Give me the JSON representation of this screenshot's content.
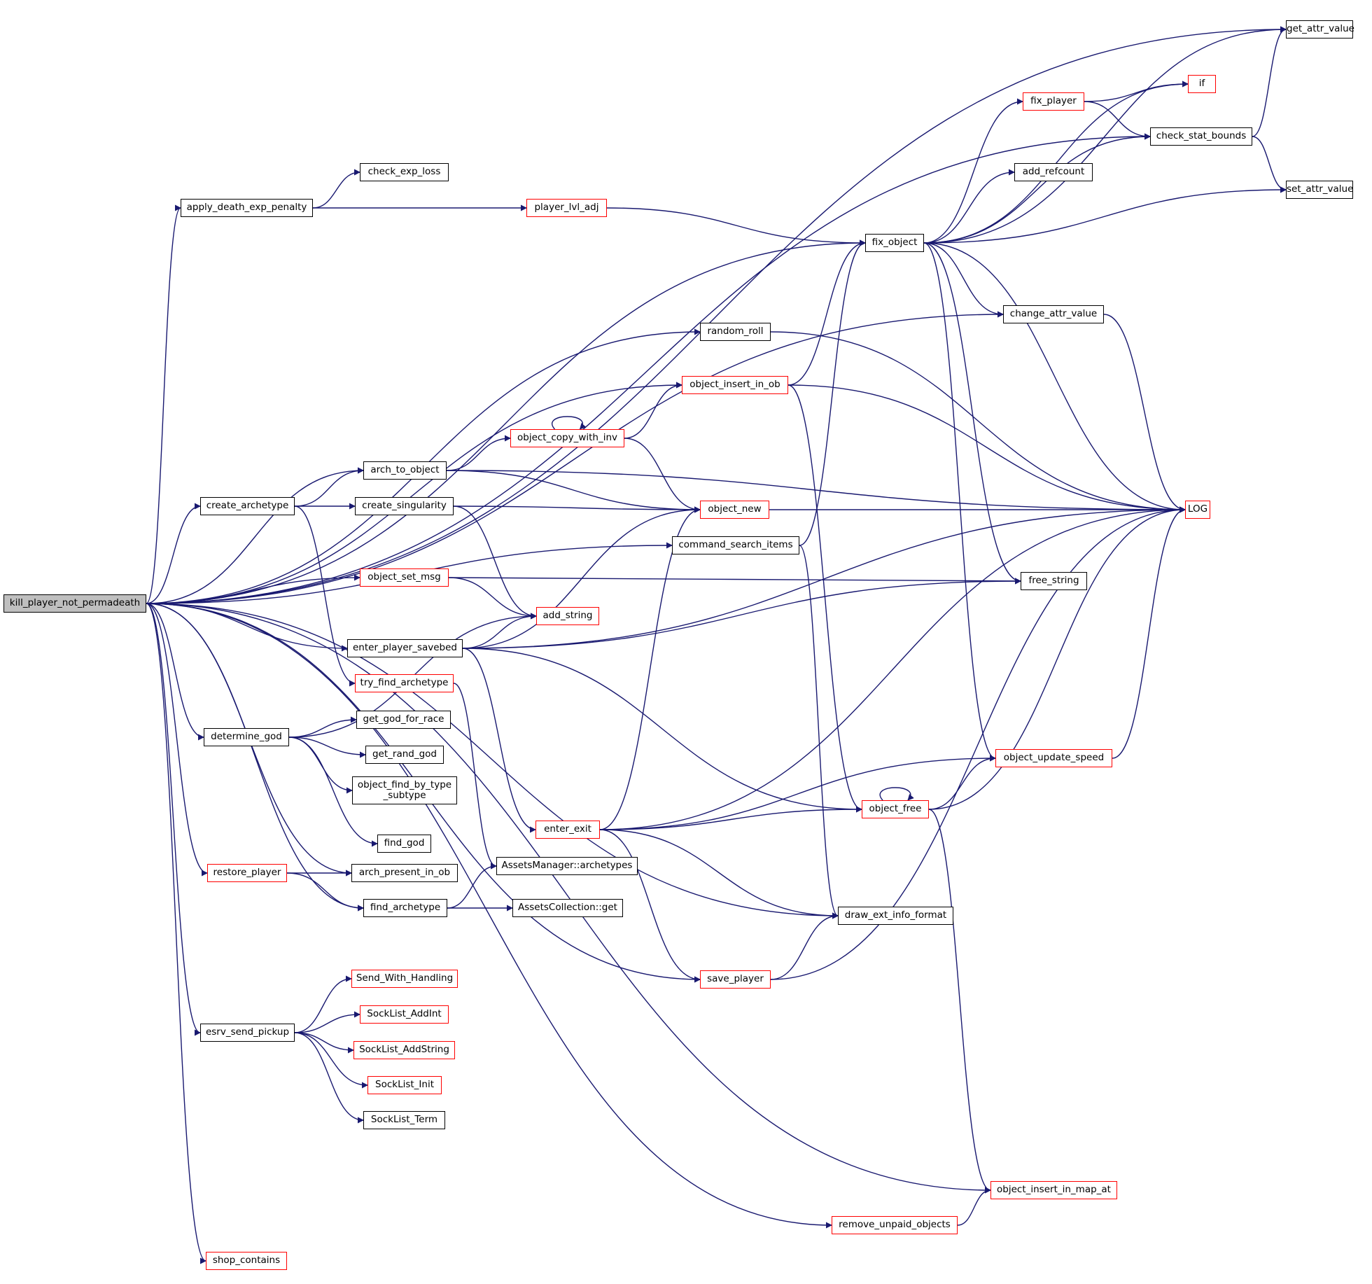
{
  "colors": {
    "edge": "#191970",
    "external_border": "#ff0000",
    "normal_border": "#000000",
    "root_fill": "#bfbfbf"
  },
  "nodes": [
    {
      "id": "kill_player_not_permadeath",
      "label": "kill_player_not_permadeath",
      "kind": "root"
    },
    {
      "id": "get_attr_value",
      "label": "get_attr_value",
      "kind": "normal"
    },
    {
      "id": "if",
      "label": "if",
      "kind": "external"
    },
    {
      "id": "fix_player",
      "label": "fix_player",
      "kind": "external"
    },
    {
      "id": "check_stat_bounds",
      "label": "check_stat_bounds",
      "kind": "normal"
    },
    {
      "id": "check_exp_loss",
      "label": "check_exp_loss",
      "kind": "normal"
    },
    {
      "id": "add_refcount",
      "label": "add_refcount",
      "kind": "normal"
    },
    {
      "id": "apply_death_exp_penalty",
      "label": "apply_death_exp_penalty",
      "kind": "normal"
    },
    {
      "id": "set_attr_value",
      "label": "set_attr_value",
      "kind": "normal"
    },
    {
      "id": "player_lvl_adj",
      "label": "player_lvl_adj",
      "kind": "external"
    },
    {
      "id": "fix_object",
      "label": "fix_object",
      "kind": "normal"
    },
    {
      "id": "change_attr_value",
      "label": "change_attr_value",
      "kind": "normal"
    },
    {
      "id": "random_roll",
      "label": "random_roll",
      "kind": "normal"
    },
    {
      "id": "object_insert_in_ob",
      "label": "object_insert_in_ob",
      "kind": "external"
    },
    {
      "id": "object_copy_with_inv",
      "label": "object_copy_with_inv",
      "kind": "external"
    },
    {
      "id": "arch_to_object",
      "label": "arch_to_object",
      "kind": "normal"
    },
    {
      "id": "create_archetype",
      "label": "create_archetype",
      "kind": "normal"
    },
    {
      "id": "create_singularity",
      "label": "create_singularity",
      "kind": "normal"
    },
    {
      "id": "object_new",
      "label": "object_new",
      "kind": "external"
    },
    {
      "id": "LOG",
      "label": "LOG",
      "kind": "external"
    },
    {
      "id": "command_search_items",
      "label": "command_search_items",
      "kind": "normal"
    },
    {
      "id": "object_set_msg",
      "label": "object_set_msg",
      "kind": "external"
    },
    {
      "id": "free_string",
      "label": "free_string",
      "kind": "normal"
    },
    {
      "id": "add_string",
      "label": "add_string",
      "kind": "external"
    },
    {
      "id": "enter_player_savebed",
      "label": "enter_player_savebed",
      "kind": "normal"
    },
    {
      "id": "try_find_archetype",
      "label": "try_find_archetype",
      "kind": "external"
    },
    {
      "id": "get_god_for_race",
      "label": "get_god_for_race",
      "kind": "normal"
    },
    {
      "id": "determine_god",
      "label": "determine_god",
      "kind": "normal"
    },
    {
      "id": "get_rand_god",
      "label": "get_rand_god",
      "kind": "normal"
    },
    {
      "id": "object_update_speed",
      "label": "object_update_speed",
      "kind": "external"
    },
    {
      "id": "object_find_by_type_subtype",
      "label": "object_find_by_type\n_subtype",
      "kind": "normal"
    },
    {
      "id": "object_free",
      "label": "object_free",
      "kind": "external"
    },
    {
      "id": "enter_exit",
      "label": "enter_exit",
      "kind": "external"
    },
    {
      "id": "find_god",
      "label": "find_god",
      "kind": "normal"
    },
    {
      "id": "restore_player",
      "label": "restore_player",
      "kind": "external"
    },
    {
      "id": "arch_present_in_ob",
      "label": "arch_present_in_ob",
      "kind": "normal"
    },
    {
      "id": "assets_manager_archetypes",
      "label": "AssetsManager::archetypes",
      "kind": "normal"
    },
    {
      "id": "find_archetype",
      "label": "find_archetype",
      "kind": "normal"
    },
    {
      "id": "assets_collection_get",
      "label": "AssetsCollection::get",
      "kind": "normal"
    },
    {
      "id": "draw_ext_info_format",
      "label": "draw_ext_info_format",
      "kind": "normal"
    },
    {
      "id": "send_with_handling",
      "label": "Send_With_Handling",
      "kind": "external"
    },
    {
      "id": "save_player",
      "label": "save_player",
      "kind": "external"
    },
    {
      "id": "socklist_addint",
      "label": "SockList_AddInt",
      "kind": "external"
    },
    {
      "id": "esrv_send_pickup",
      "label": "esrv_send_pickup",
      "kind": "normal"
    },
    {
      "id": "socklist_addstring",
      "label": "SockList_AddString",
      "kind": "external"
    },
    {
      "id": "socklist_init",
      "label": "SockList_Init",
      "kind": "external"
    },
    {
      "id": "socklist_term",
      "label": "SockList_Term",
      "kind": "normal"
    },
    {
      "id": "object_insert_in_map_at",
      "label": "object_insert_in_map_at",
      "kind": "external"
    },
    {
      "id": "remove_unpaid_objects",
      "label": "remove_unpaid_objects",
      "kind": "external"
    },
    {
      "id": "shop_contains",
      "label": "shop_contains",
      "kind": "external"
    }
  ],
  "edges": [
    [
      "kill_player_not_permadeath",
      "get_attr_value"
    ],
    [
      "kill_player_not_permadeath",
      "check_stat_bounds"
    ],
    [
      "kill_player_not_permadeath",
      "apply_death_exp_penalty"
    ],
    [
      "kill_player_not_permadeath",
      "fix_object"
    ],
    [
      "kill_player_not_permadeath",
      "change_attr_value"
    ],
    [
      "kill_player_not_permadeath",
      "random_roll"
    ],
    [
      "kill_player_not_permadeath",
      "object_insert_in_ob"
    ],
    [
      "kill_player_not_permadeath",
      "arch_to_object"
    ],
    [
      "kill_player_not_permadeath",
      "create_archetype"
    ],
    [
      "kill_player_not_permadeath",
      "command_search_items"
    ],
    [
      "kill_player_not_permadeath",
      "object_set_msg"
    ],
    [
      "kill_player_not_permadeath",
      "enter_player_savebed"
    ],
    [
      "kill_player_not_permadeath",
      "determine_god"
    ],
    [
      "kill_player_not_permadeath",
      "arch_present_in_ob"
    ],
    [
      "kill_player_not_permadeath",
      "restore_player"
    ],
    [
      "kill_player_not_permadeath",
      "find_archetype"
    ],
    [
      "kill_player_not_permadeath",
      "draw_ext_info_format"
    ],
    [
      "kill_player_not_permadeath",
      "esrv_send_pickup"
    ],
    [
      "kill_player_not_permadeath",
      "save_player"
    ],
    [
      "kill_player_not_permadeath",
      "object_insert_in_map_at"
    ],
    [
      "kill_player_not_permadeath",
      "remove_unpaid_objects"
    ],
    [
      "kill_player_not_permadeath",
      "shop_contains"
    ],
    [
      "apply_death_exp_penalty",
      "check_exp_loss"
    ],
    [
      "apply_death_exp_penalty",
      "player_lvl_adj"
    ],
    [
      "player_lvl_adj",
      "fix_object"
    ],
    [
      "fix_object",
      "get_attr_value"
    ],
    [
      "fix_object",
      "if"
    ],
    [
      "fix_object",
      "fix_player"
    ],
    [
      "fix_object",
      "check_stat_bounds"
    ],
    [
      "fix_object",
      "add_refcount"
    ],
    [
      "fix_object",
      "set_attr_value"
    ],
    [
      "fix_object",
      "change_attr_value"
    ],
    [
      "fix_object",
      "LOG"
    ],
    [
      "fix_object",
      "free_string"
    ],
    [
      "fix_object",
      "object_update_speed"
    ],
    [
      "fix_player",
      "if"
    ],
    [
      "fix_player",
      "check_stat_bounds"
    ],
    [
      "check_stat_bounds",
      "get_attr_value"
    ],
    [
      "check_stat_bounds",
      "set_attr_value"
    ],
    [
      "change_attr_value",
      "LOG"
    ],
    [
      "random_roll",
      "LOG"
    ],
    [
      "object_insert_in_ob",
      "fix_object"
    ],
    [
      "object_insert_in_ob",
      "LOG"
    ],
    [
      "object_insert_in_ob",
      "object_free"
    ],
    [
      "object_copy_with_inv",
      "object_copy_with_inv"
    ],
    [
      "object_copy_with_inv",
      "object_insert_in_ob"
    ],
    [
      "object_copy_with_inv",
      "object_new"
    ],
    [
      "arch_to_object",
      "object_copy_with_inv"
    ],
    [
      "arch_to_object",
      "object_new"
    ],
    [
      "arch_to_object",
      "LOG"
    ],
    [
      "create_archetype",
      "arch_to_object"
    ],
    [
      "create_archetype",
      "create_singularity"
    ],
    [
      "create_archetype",
      "try_find_archetype"
    ],
    [
      "create_singularity",
      "object_new"
    ],
    [
      "create_singularity",
      "add_string"
    ],
    [
      "object_new",
      "LOG"
    ],
    [
      "command_search_items",
      "fix_object"
    ],
    [
      "command_search_items",
      "draw_ext_info_format"
    ],
    [
      "object_set_msg",
      "free_string"
    ],
    [
      "object_set_msg",
      "add_string"
    ],
    [
      "enter_player_savebed",
      "add_string"
    ],
    [
      "enter_player_savebed",
      "object_new"
    ],
    [
      "enter_player_savebed",
      "free_string"
    ],
    [
      "enter_player_savebed",
      "LOG"
    ],
    [
      "enter_player_savebed",
      "object_free"
    ],
    [
      "enter_player_savebed",
      "enter_exit"
    ],
    [
      "try_find_archetype",
      "assets_manager_archetypes"
    ],
    [
      "determine_god",
      "add_string"
    ],
    [
      "determine_god",
      "get_god_for_race"
    ],
    [
      "determine_god",
      "get_rand_god"
    ],
    [
      "determine_god",
      "object_find_by_type_subtype"
    ],
    [
      "determine_god",
      "find_god"
    ],
    [
      "object_update_speed",
      "LOG"
    ],
    [
      "object_free",
      "object_free"
    ],
    [
      "object_free",
      "object_update_speed"
    ],
    [
      "object_free",
      "LOG"
    ],
    [
      "object_free",
      "object_insert_in_map_at"
    ],
    [
      "enter_exit",
      "object_new"
    ],
    [
      "enter_exit",
      "object_update_speed"
    ],
    [
      "enter_exit",
      "object_free"
    ],
    [
      "enter_exit",
      "LOG"
    ],
    [
      "enter_exit",
      "draw_ext_info_format"
    ],
    [
      "enter_exit",
      "save_player"
    ],
    [
      "restore_player",
      "arch_present_in_ob"
    ],
    [
      "restore_player",
      "find_archetype"
    ],
    [
      "find_archetype",
      "assets_manager_archetypes"
    ],
    [
      "find_archetype",
      "assets_collection_get"
    ],
    [
      "save_player",
      "draw_ext_info_format"
    ],
    [
      "save_player",
      "LOG"
    ],
    [
      "esrv_send_pickup",
      "send_with_handling"
    ],
    [
      "esrv_send_pickup",
      "socklist_addint"
    ],
    [
      "esrv_send_pickup",
      "socklist_addstring"
    ],
    [
      "esrv_send_pickup",
      "socklist_init"
    ],
    [
      "esrv_send_pickup",
      "socklist_term"
    ],
    [
      "remove_unpaid_objects",
      "object_insert_in_map_at"
    ]
  ]
}
